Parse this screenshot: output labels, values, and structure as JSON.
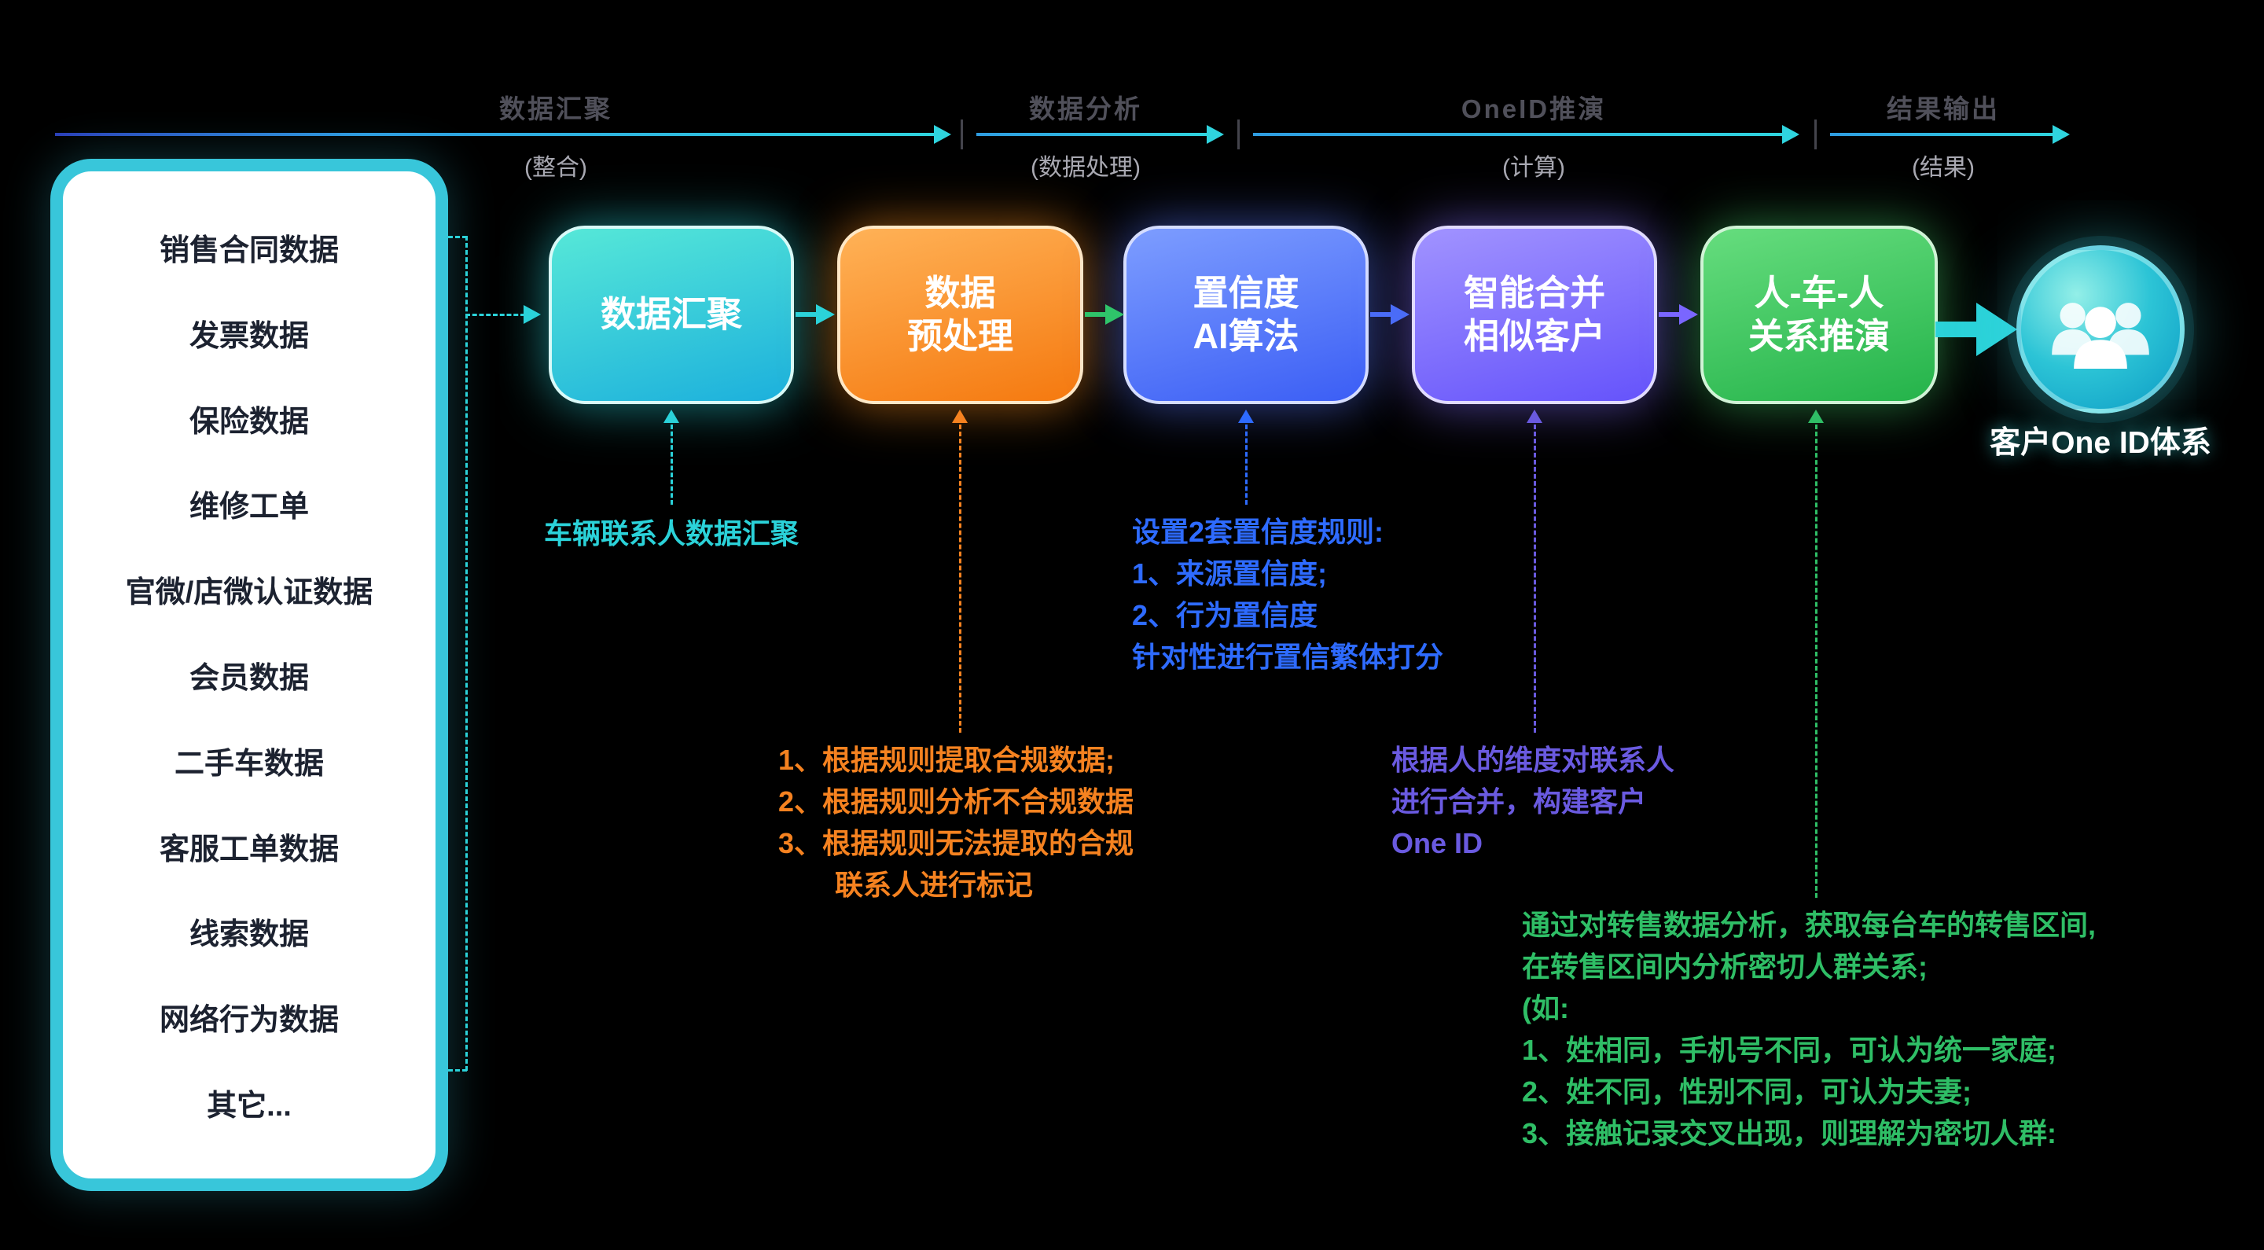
{
  "header": {
    "phases": [
      {
        "label": "数据汇聚",
        "sub": "(整合)"
      },
      {
        "label": "数据分析",
        "sub": "(数据处理)"
      },
      {
        "label": "OneID推演",
        "sub": "(计算)"
      },
      {
        "label": "结果输出",
        "sub": "(结果)"
      }
    ],
    "arrow_color": "#2fd4de"
  },
  "sources": {
    "items": [
      "销售合同数据",
      "发票数据",
      "保险数据",
      "维修工单",
      "官微/店微认证数据",
      "会员数据",
      "二手车数据",
      "客服工单数据",
      "线索数据",
      "网络行为数据",
      "其它..."
    ],
    "frame_color": "#38c6da"
  },
  "flow": {
    "boxes": [
      {
        "name": "aggregation",
        "lines": [
          "数据汇聚"
        ],
        "color": "#1cb0dc"
      },
      {
        "name": "preprocess",
        "lines": [
          "数据",
          "预处理"
        ],
        "color": "#f5790f"
      },
      {
        "name": "confidence",
        "lines": [
          "置信度",
          "AI算法"
        ],
        "color": "#3b5ef5"
      },
      {
        "name": "merge",
        "lines": [
          "智能合并",
          "相似客户"
        ],
        "color": "#6553fb"
      },
      {
        "name": "relation",
        "lines": [
          "人-车-人",
          "关系推演"
        ],
        "color": "#24b34a"
      }
    ]
  },
  "result": {
    "label": "客户One ID体系",
    "color": "#19b8d4"
  },
  "annotations": {
    "aggregation": {
      "color": "#2bd2d9",
      "lines": [
        "车辆联系人数据汇聚"
      ]
    },
    "preprocess": {
      "color": "#f58220",
      "lines": [
        "1、根据规则提取合规数据;",
        "2、根据规则分析不合规数据",
        "3、根据规则无法提取的合规",
        "　　联系人进行标记"
      ]
    },
    "confidence": {
      "color": "#2e6bff",
      "lines": [
        "设置2套置信度规则:",
        "1、来源置信度;",
        "2、行为置信度",
        "针对性进行置信繁体打分"
      ]
    },
    "merge": {
      "color": "#6a5ae0",
      "lines": [
        "根据人的维度对联系人",
        "进行合并，构建客户",
        "One ID"
      ]
    },
    "relation": {
      "color": "#2fbe66",
      "lines": [
        "通过对转售数据分析，获取每台车的转售区间,",
        "在转售区间内分析密切人群关系;",
        "(如:",
        "1、姓相同，手机号不同，可认为统一家庭;",
        "2、姓不同，性别不同，可认为夫妻;",
        "3、接触记录交叉出现，则理解为密切人群:"
      ]
    }
  }
}
